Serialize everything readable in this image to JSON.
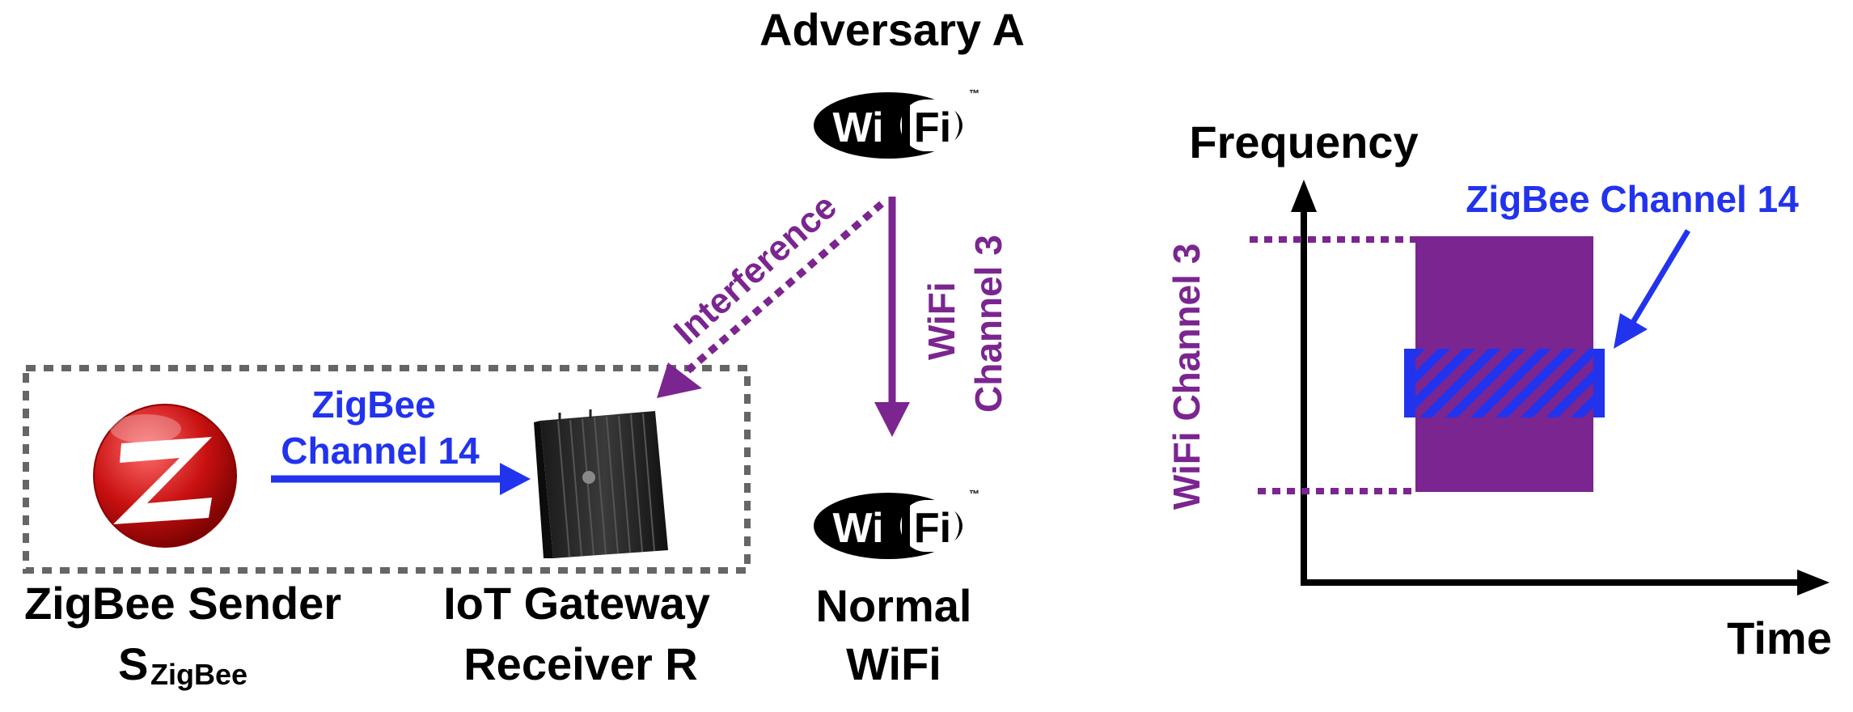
{
  "colors": {
    "purple": "#7B2590",
    "blue": "#2233EE",
    "black": "#000000",
    "dotted_box": "#666666",
    "zigbee_red": "#D01616"
  },
  "left_diagram": {
    "adversary_label": "Adversary A",
    "adversary_wifi_logo": {
      "wi": "Wi",
      "fi": "Fi",
      "tm": "™"
    },
    "interference_label": "Interference",
    "wifi_link_label_line1": "WiFi",
    "wifi_link_label_line2": "Channel 3",
    "zigbee_link_label_line1": "ZigBee",
    "zigbee_link_label_line2": "Channel 14",
    "sender_label_line1": "ZigBee Sender",
    "sender_label_line2_main": "S",
    "sender_label_line2_sub": "ZigBee",
    "gateway_label_line1": "IoT Gateway",
    "gateway_label_line2": "Receiver R",
    "normal_wifi_logo": {
      "wi": "Wi",
      "fi": "Fi",
      "tm": "™"
    },
    "normal_wifi_label_line1": "Normal",
    "normal_wifi_label_line2": "WiFi",
    "icons": [
      "zigbee-logo-icon",
      "iot-gateway-device-icon",
      "wifi-logo-icon"
    ]
  },
  "right_diagram": {
    "y_axis_label": "Frequency",
    "x_axis_label": "Time",
    "wifi_band_label": "WiFi Channel 3",
    "zigbee_band_label": "ZigBee Channel 14"
  }
}
